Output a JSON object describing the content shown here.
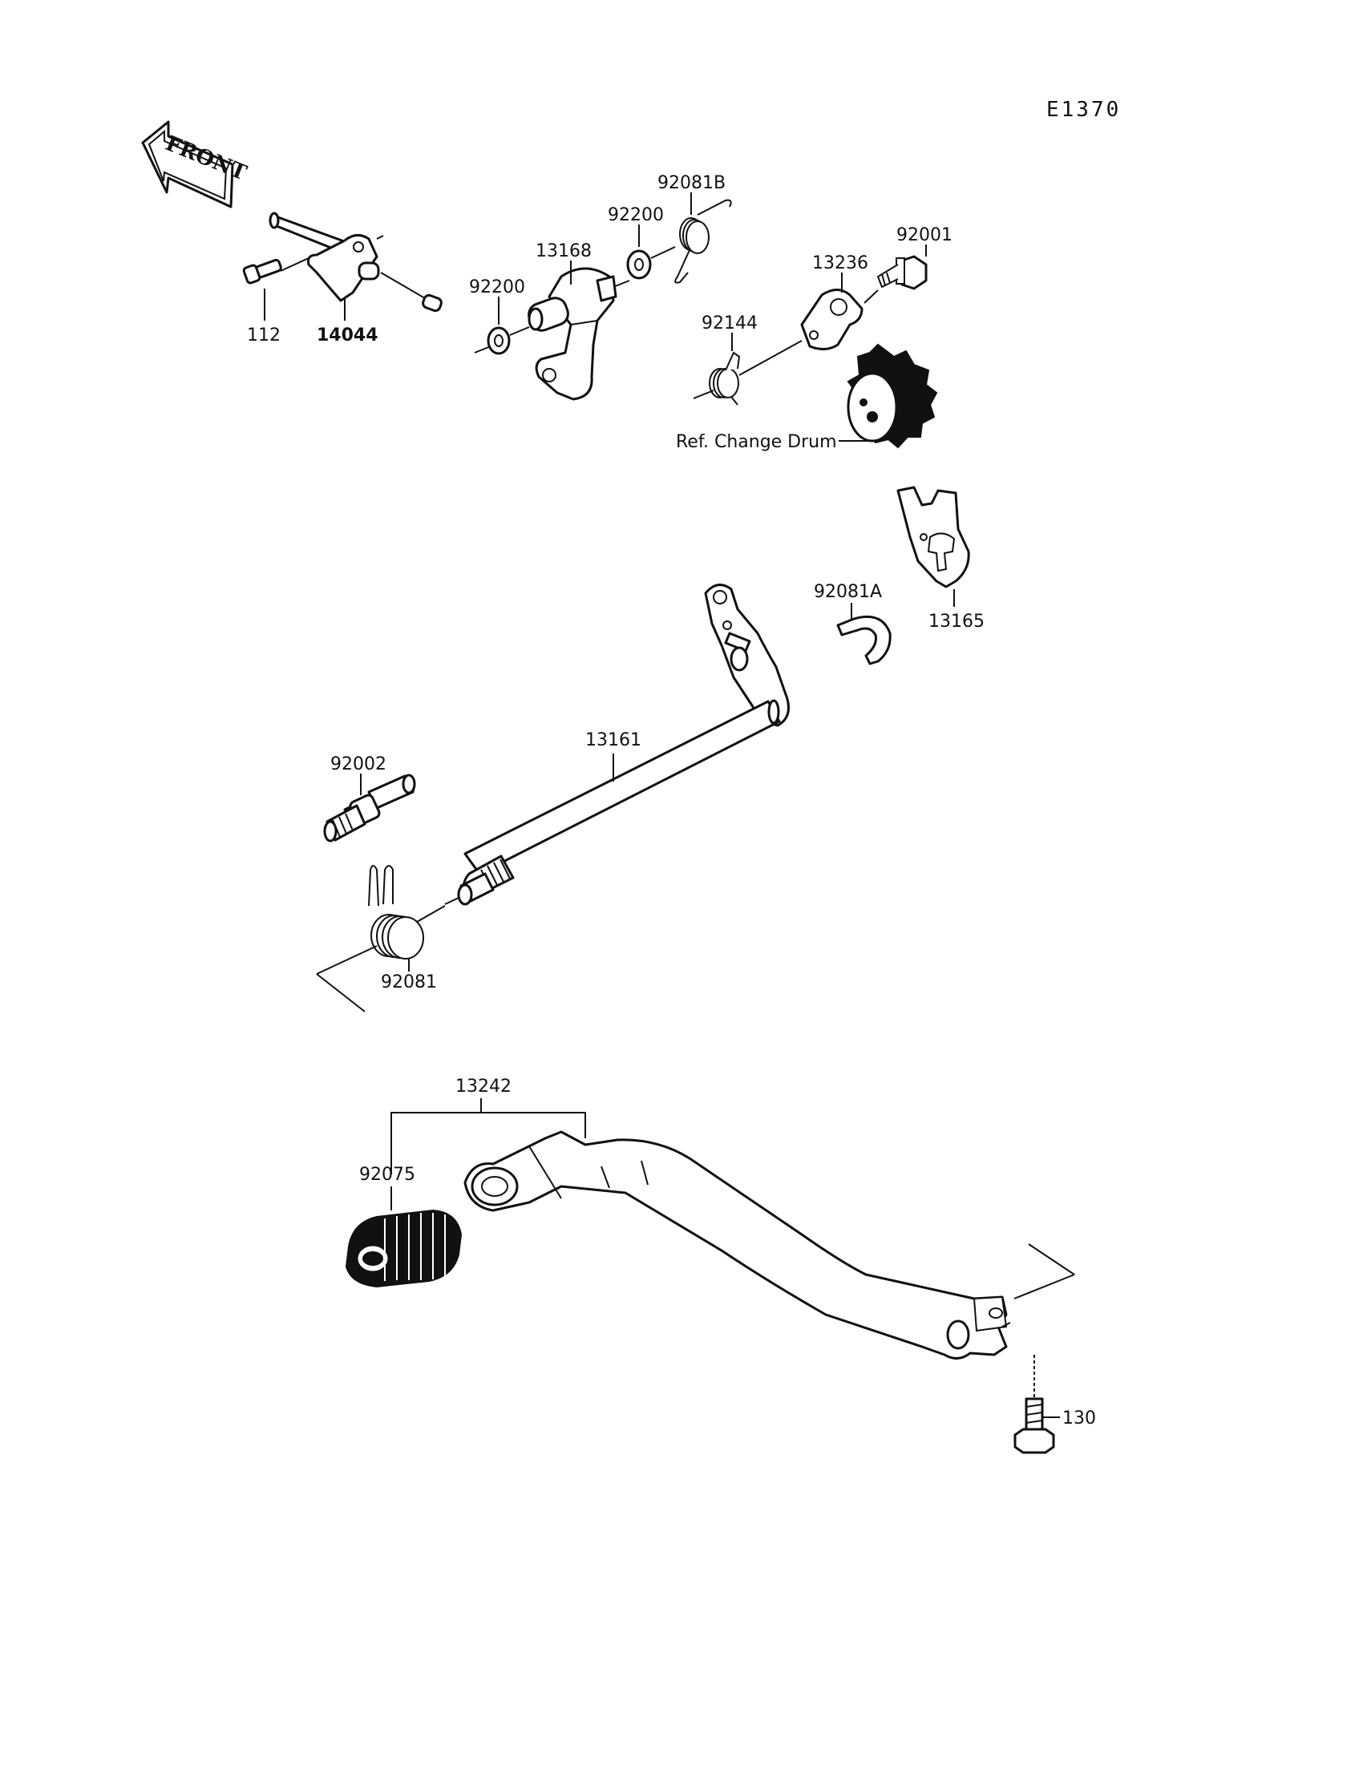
{
  "diagram": {
    "code": "E1370",
    "front_label": "FRONT",
    "parts": {
      "p112": "112",
      "p14044": "14044",
      "p92200a": "92200",
      "p13168": "13168",
      "p92200b": "92200",
      "p92081b": "92081B",
      "p13236": "13236",
      "p92001": "92001",
      "p92144": "92144",
      "ref_drum": "Ref. Change Drum",
      "p13165": "13165",
      "p92081a": "92081A",
      "p13161": "13161",
      "p92002": "92002",
      "p92081": "92081",
      "p13242": "13242",
      "p92075": "92075",
      "p130": "130"
    }
  }
}
